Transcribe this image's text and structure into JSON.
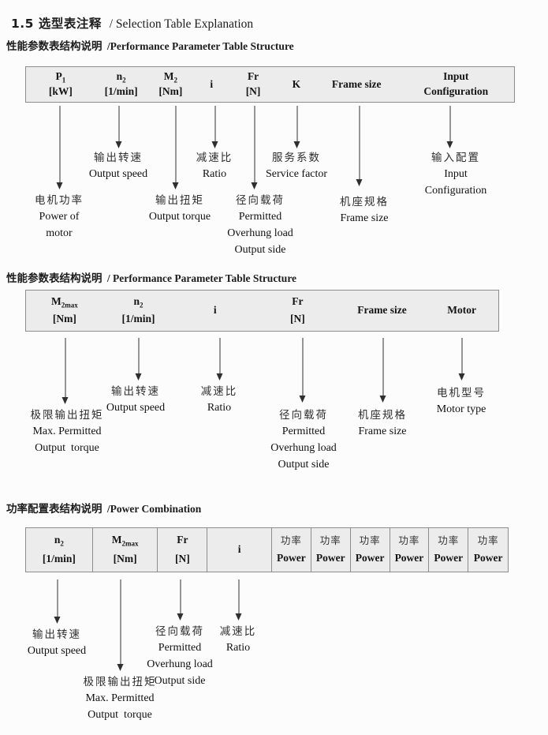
{
  "page": {
    "title_cn": "1.5 选型表注释",
    "title_en": "/ Selection Table Explanation"
  },
  "colors": {
    "header_bg": "#ececec",
    "border": "#8c8c8c",
    "text": "#1c1c1c",
    "arrow": "#2f2f2f"
  },
  "s1": {
    "heading_cn": "性能参数表结构说明",
    "heading_en": "/Performance Parameter Table Structure",
    "cols": [
      {
        "line1": "P",
        "sub": "1",
        "line2": "[kW]"
      },
      {
        "line1": "n",
        "sub": "2",
        "line2": "[1/min]"
      },
      {
        "line1": "M",
        "sub": "2",
        "line2": "[Nm]"
      },
      {
        "line1": "i"
      },
      {
        "line1": "Fr",
        "line2": "[N]"
      },
      {
        "line1": "K"
      },
      {
        "line1": "Frame size"
      },
      {
        "line1": "Input",
        "line2": "Configuration"
      }
    ],
    "labels": [
      {
        "cn": "输出转速",
        "en": [
          "Output speed"
        ]
      },
      {
        "cn": "减速比",
        "en": [
          "Ratio"
        ]
      },
      {
        "cn": "服务系数",
        "en": [
          "Service factor"
        ]
      },
      {
        "cn": "输入配置",
        "en": [
          "Input",
          "Configuration"
        ]
      },
      {
        "cn": "电机功率",
        "en": [
          "Power of",
          "motor"
        ]
      },
      {
        "cn": "输出扭矩",
        "en": [
          "Output torque"
        ]
      },
      {
        "cn": "径向载荷",
        "en": [
          "Permitted",
          "Overhung load",
          "Output side"
        ]
      },
      {
        "cn": "机座规格",
        "en": [
          "Frame size"
        ]
      }
    ]
  },
  "s2": {
    "heading_cn": "性能参数表结构说明",
    "heading_en": "/ Performance Parameter Table Structure",
    "cols": [
      {
        "line1": "M",
        "sub": "2max",
        "line2": "[Nm]"
      },
      {
        "line1": "n",
        "sub": "2",
        "line2": "[1/min]"
      },
      {
        "line1": "i"
      },
      {
        "line1": "Fr",
        "line2": "[N]"
      },
      {
        "line1": "Frame size"
      },
      {
        "line1": "Motor"
      }
    ],
    "labels": [
      {
        "cn": "极限输出扭矩",
        "en": [
          "Max. Permitted",
          "Output  torque"
        ]
      },
      {
        "cn": "输出转速",
        "en": [
          "Output speed"
        ]
      },
      {
        "cn": "减速比",
        "en": [
          "Ratio"
        ]
      },
      {
        "cn": "径向载荷",
        "en": [
          "Permitted",
          "Overhung load",
          "Output side"
        ]
      },
      {
        "cn": "机座规格",
        "en": [
          "Frame size"
        ]
      },
      {
        "cn": "电机型号",
        "en": [
          "Motor type"
        ]
      }
    ]
  },
  "s3": {
    "heading_cn": "功率配置表结构说明",
    "heading_en": "/Power Combination",
    "cols": [
      {
        "line1": "n",
        "sub": "2",
        "line2": "[1/min]"
      },
      {
        "line1": "M",
        "sub": "2max",
        "line2": "[Nm]"
      },
      {
        "line1": "Fr",
        "line2": "[N]"
      },
      {
        "line1": "i"
      },
      {
        "line1": "功率",
        "line2": "Power"
      },
      {
        "line1": "功率",
        "line2": "Power"
      },
      {
        "line1": "功率",
        "line2": "Power"
      },
      {
        "line1": "功率",
        "line2": "Power"
      },
      {
        "line1": "功率",
        "line2": "Power"
      },
      {
        "line1": "功率",
        "line2": "Power"
      }
    ],
    "labels": [
      {
        "cn": "输出转速",
        "en": [
          "Output speed"
        ]
      },
      {
        "cn": "极限输出扭矩",
        "en": [
          "Max. Permitted",
          "Output  torque"
        ]
      },
      {
        "cn": "径向载荷",
        "en": [
          "Permitted",
          "Overhung load",
          "Output side"
        ]
      },
      {
        "cn": "减速比",
        "en": [
          "Ratio"
        ]
      }
    ]
  }
}
